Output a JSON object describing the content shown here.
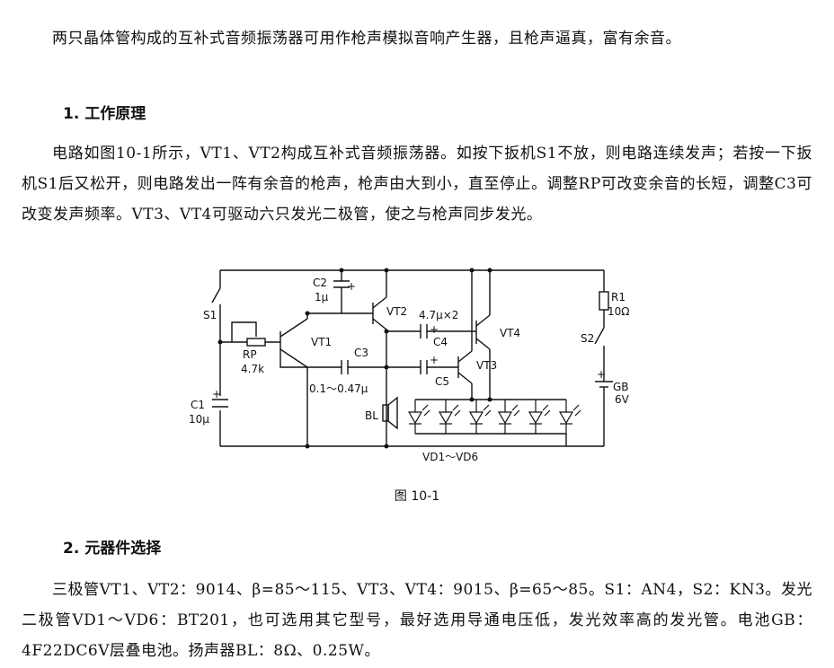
{
  "intro": "两只晶体管构成的互补式音频振荡器可用作枪声模拟音响产生器，且枪声逼真，富有余音。",
  "section1": {
    "title": "1. 工作原理",
    "body": "电路如图10-1所示，VT1、VT2构成互补式音频振荡器。如按下扳机S1不放，则电路连续发声；若按一下扳机S1后又松开，则电路发出一阵有余音的枪声，枪声由大到小，直至停止。调整RP可改变余音的长短，调整C3可改变发声频率。VT3、VT4可驱动六只发光二极管，使之与枪声同步发光。"
  },
  "figure": {
    "caption": "图 10-1",
    "labels": {
      "s1": "S1",
      "rp": "RP",
      "rp_val": "4.7k",
      "c1": "C1",
      "c1_val": "10μ",
      "c2": "C2",
      "c2_val": "1μ",
      "vt1": "VT1",
      "vt2": "VT2",
      "c3": "C3",
      "c3_val": "0.1～0.47μ",
      "bl": "BL",
      "c45_val": "4.7μ×2",
      "c4": "C4",
      "c5": "C5",
      "vt3": "VT3",
      "vt4": "VT4",
      "r1": "R1",
      "r1_val": "10Ω",
      "s2": "S2",
      "gb": "GB",
      "gb_val": "6V",
      "vd": "VD1～VD6",
      "plus": "+"
    }
  },
  "section2": {
    "title": "2. 元器件选择",
    "body": "三极管VT1、VT2：9014、β=85～115、VT3、VT4：9015、β=65～85。S1：AN4，S2：KN3。发光二极管VD1～VD6：BT201，也可选用其它型号，最好选用导通电压低，发光效率高的发光管。电池GB：4F22DC6V层叠电池。扬声器BL：8Ω、0.25W。"
  }
}
